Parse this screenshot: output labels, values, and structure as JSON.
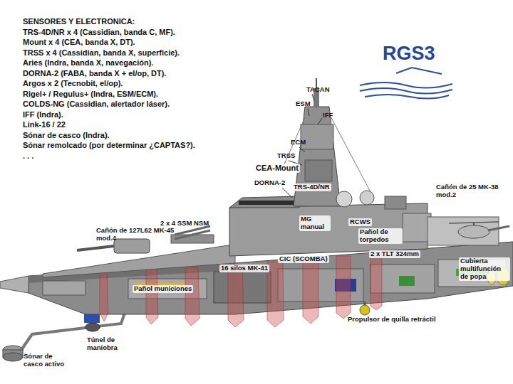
{
  "diagram": {
    "title": "RGS3",
    "labels": [
      "SENSORES Y ELECTRONICA:",
      "TRS-4D/NR x 4 (Cassidian, banda C, MF).",
      "Mount x 4 (CEA, banda X, DT).",
      "TRSS x 4 (Cassidian, banda X, superficie).",
      "Aries (Indra, banda X, navegación).",
      "DORNA-2 (FABA, banda X + el/op, DT).",
      "Argos x 2 (Tecnobit, el/op).",
      "Rigel+ / Regulus+ (Indra, ESM/ECM).",
      "COLDS-NG (Cassidian, alertador láser).",
      "IFF (Indra).",
      "Link-16 / 22",
      "Sónar de casco (Indra).",
      "Sónar remolcado (por determinar ¿CAPTAS?).",
      ". . .",
      "TACAN",
      "ESM",
      "IFF",
      "ECM",
      "TRSS",
      "CEA-Mount",
      "DORNA-2",
      "TRS-4D/NR",
      "Cañón de 25 MK-38 mod.2",
      "2 x 4 SSM NSM",
      "MG manual",
      "RCWS",
      "Pañol de torpedos",
      "Cañón de 127L62 MK-45 mod.4",
      "16 silos MK-41",
      "CIC (SCOMBA)",
      "2 x TLT 324mm",
      "Cubierta multifunción de popa",
      "Pañol municiones",
      "Propulsor de quilla retráctil",
      "Túnel de maniobra",
      "Sónar de casco activo"
    ]
  }
}
